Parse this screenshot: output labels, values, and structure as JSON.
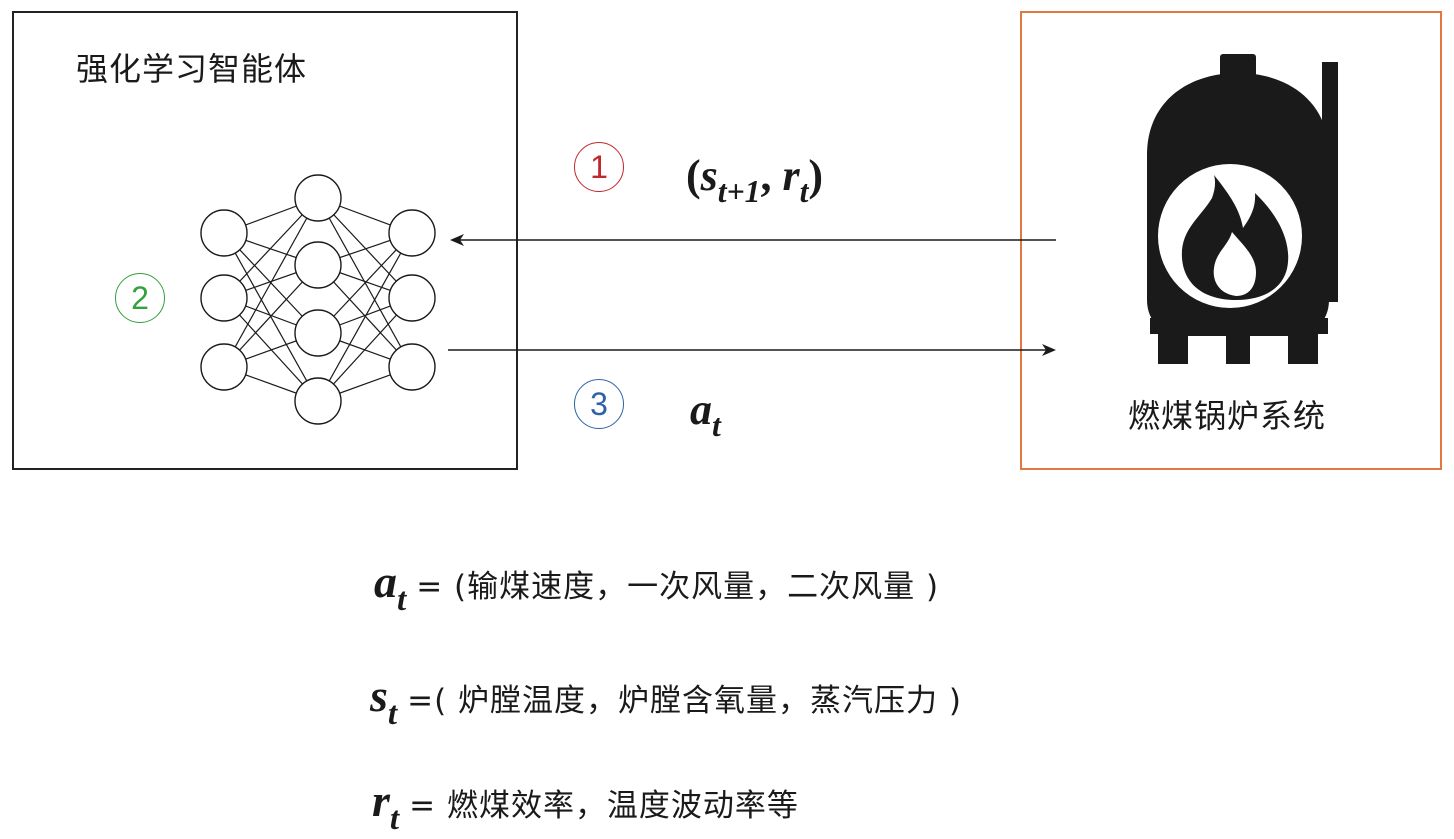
{
  "agent": {
    "title": "强化学习智能体",
    "border_color": "#222222"
  },
  "environment": {
    "title": "燃煤锅炉系统",
    "border_color": "#E2773F",
    "icon": "boiler-flame-icon"
  },
  "steps": [
    {
      "label": "1",
      "color": "#C0282D"
    },
    {
      "label": "2",
      "color": "#33A23B"
    },
    {
      "label": "3",
      "color": "#2E62A8"
    }
  ],
  "observation_label": {
    "open": "(",
    "state_var": "s",
    "state_sub": "t+1",
    "comma": ",",
    "reward_var": "r",
    "reward_sub": "t",
    "close": ")"
  },
  "action_label": {
    "var": "a",
    "sub": "t"
  },
  "definitions": {
    "action": {
      "var": "a",
      "sub": "t",
      "text": "= (输煤速度，一次风量，二次风量 )"
    },
    "state": {
      "var": "s",
      "sub": "t",
      "text": "=( 炉膛温度，炉膛含氧量，蒸汽压力 )"
    },
    "reward": {
      "var": "r",
      "sub": "t",
      "text": "= 燃煤效率，温度波动率等"
    }
  },
  "network": {
    "layers": [
      3,
      4,
      3
    ]
  }
}
